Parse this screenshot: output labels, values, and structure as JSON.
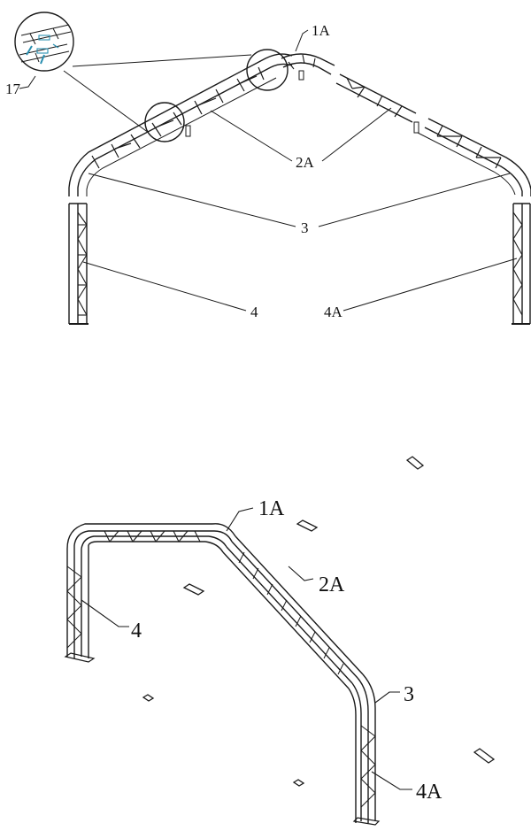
{
  "diagram": {
    "top_view": {
      "labels": {
        "l17": "17",
        "l1a": "1A",
        "l2a": "2A",
        "l3": "3",
        "l4": "4",
        "l4a": "4A"
      }
    },
    "bottom_view": {
      "labels": {
        "l1a": "1A",
        "l2a": "2A",
        "l4": "4",
        "l3": "3",
        "l4a": "4A"
      }
    },
    "colors": {
      "line": "#1a1a1a",
      "detail_accent": "#2a8fb0"
    }
  }
}
